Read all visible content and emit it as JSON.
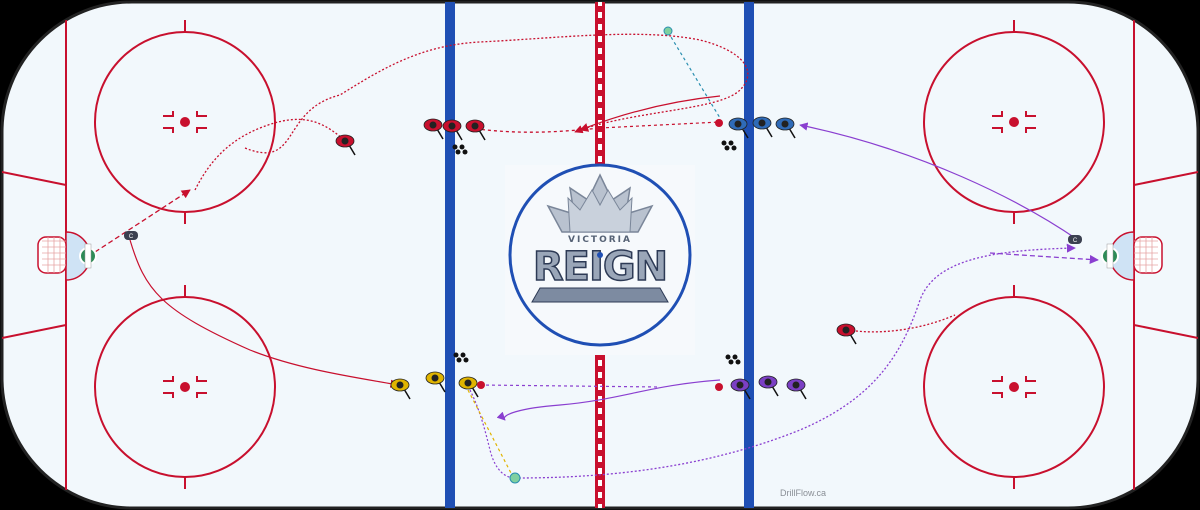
{
  "diagram": {
    "watermark": "DrillFlow.ca",
    "logo": {
      "arc_text": "VICTORIA",
      "wordmark": "REIGN"
    },
    "colors": {
      "ice": "#f2f8fc",
      "red_line": "#c8102e",
      "blue_line": "#1f4fb4",
      "center_circle": "#1f4fb4",
      "team_red": "#c8102e",
      "team_blue": "#2f6bb8",
      "team_yellow": "#e0b400",
      "team_purple": "#7b3fc4",
      "goalie_green": "#2e8b57",
      "skate_path_red": "#c8102e",
      "skate_path_purple": "#8a3fd0",
      "pass_yellow": "#e0b400",
      "pass_teal": "#2a8fb0"
    },
    "players": [
      {
        "team": "red",
        "label": ""
      },
      {
        "team": "red",
        "label": ""
      },
      {
        "team": "red",
        "label": ""
      },
      {
        "team": "red",
        "label": ""
      },
      {
        "team": "blue",
        "label": ""
      },
      {
        "team": "blue",
        "label": ""
      },
      {
        "team": "blue",
        "label": ""
      },
      {
        "team": "yellow",
        "label": ""
      },
      {
        "team": "yellow",
        "label": ""
      },
      {
        "team": "yellow",
        "label": ""
      },
      {
        "team": "purple",
        "label": ""
      },
      {
        "team": "purple",
        "label": ""
      },
      {
        "team": "purple",
        "label": ""
      },
      {
        "team": "red",
        "label": ""
      }
    ],
    "goalies": [
      {
        "side": "left"
      },
      {
        "side": "right"
      }
    ],
    "coaches": [
      {
        "label": "C"
      },
      {
        "label": "C"
      }
    ],
    "puck_stacks": 4,
    "icons": [
      "puck-stack-icon",
      "pylon-icon",
      "coach-icon",
      "goalie-icon",
      "player-icon"
    ]
  }
}
